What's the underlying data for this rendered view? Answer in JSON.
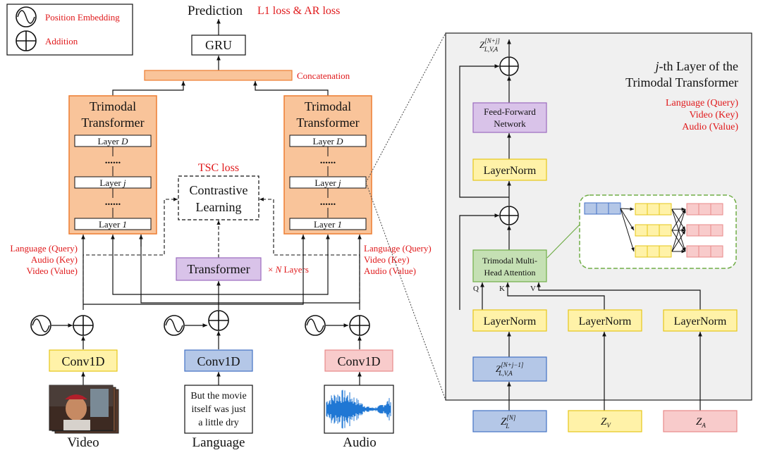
{
  "legend": {
    "position_embedding": "Position Embedding",
    "addition": "Addition"
  },
  "top": {
    "prediction": "Prediction",
    "loss": "L1 loss & AR loss",
    "gru": "GRU",
    "concatenation": "Concatenation"
  },
  "left_tt": {
    "title1": "Trimodal",
    "title2": "Transformer",
    "layer_d": "Layer D",
    "layer_j": "Layer j",
    "layer_1": "Layer 1",
    "dots": "......",
    "role1": "Language (Query)",
    "role2": "Audio (Key)",
    "role3": "Video (Value)"
  },
  "right_tt": {
    "title1": "Trimodal",
    "title2": "Transformer",
    "layer_d": "Layer D",
    "layer_j": "Layer j",
    "layer_1": "Layer 1",
    "dots": "......",
    "role1": "Language (Query)",
    "role2": "Video  (Key)",
    "role3": "Audio (Value)"
  },
  "middle": {
    "tsc_loss": "TSC loss",
    "contrastive1": "Contrastive",
    "contrastive2": "Learning",
    "transformer": "Transformer",
    "n_layers": "× N Layers"
  },
  "inputs": {
    "conv_video": "Conv1D",
    "conv_language": "Conv1D",
    "conv_audio": "Conv1D",
    "video_label": "Video",
    "language_label": "Language",
    "audio_label": "Audio",
    "sentence_line1": "But the movie",
    "sentence_line2": "itself was just",
    "sentence_line3": "a little dry"
  },
  "detail": {
    "title1": "j-th Layer of the",
    "title2": "Trimodal Transformer",
    "role1": "Language (Query)",
    "role2": "Video (Key)",
    "role3": "Audio (Value)",
    "ffn1": "Feed-Forward",
    "ffn2": "Network",
    "layernorm_top": "LayerNorm",
    "mha1": "Trimodal Multi-",
    "mha2": "Head Attention",
    "q": "Q",
    "k": "K",
    "v": "V",
    "layernorm_l": "LayerNorm",
    "layernorm_v": "LayerNorm",
    "layernorm_a": "LayerNorm",
    "out_z": "Z",
    "out_sup": "[N+j]",
    "out_sub": "L,V,A",
    "in_z": "Z",
    "in_sup": "[N+j−1]",
    "in_sub": "L,V,A",
    "zl": "Z",
    "zl_sup": "[N]",
    "zl_sub": "L",
    "zv": "Z",
    "zv_sub": "V",
    "za": "Z",
    "za_sub": "A"
  },
  "colors": {
    "orange_fill": "#f9c49a",
    "orange_stroke": "#ed7d31",
    "yellow_fill": "#fff2a8",
    "yellow_stroke": "#e6c619",
    "blue_fill": "#b4c7e7",
    "blue_stroke": "#4472c4",
    "pink_fill": "#f8cbcb",
    "pink_stroke": "#e88a8a",
    "purple_fill": "#d9c3e9",
    "purple_stroke": "#9b6bbf",
    "green_fill": "#c5e0b4",
    "green_stroke": "#70ad47",
    "gray_panel": "#f0f0f0",
    "red_text": "#e0191b"
  }
}
